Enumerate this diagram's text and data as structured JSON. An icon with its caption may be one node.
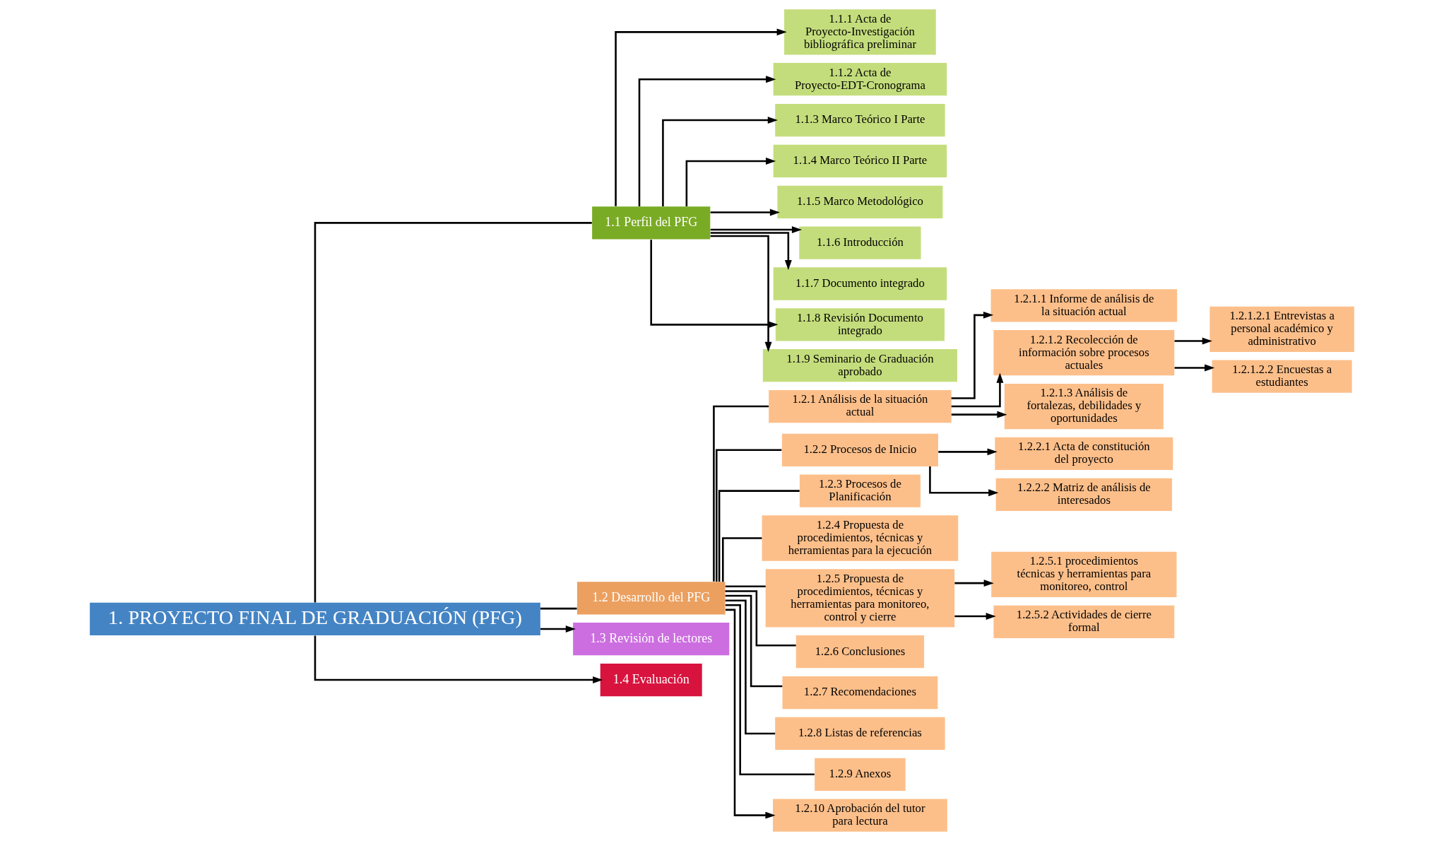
{
  "diagram": {
    "nodes": [
      {
        "text": [
          "1. PROYECTO FINAL DE GRADUACIÓN (PFG)"
        ]
      },
      {
        "text": [
          "1.1 Perfil del PFG"
        ]
      },
      {
        "text": [
          "1.2 Desarrollo del PFG"
        ]
      },
      {
        "text": [
          "1.3 Revisión de lectores"
        ]
      },
      {
        "text": [
          "1.4 Evaluación"
        ]
      },
      {
        "text": [
          "1.1.1 Acta de Proyecto-Investigación bibliográfica preliminar"
        ]
      },
      {
        "text": [
          "1.1.2 Acta de Proyecto-EDT-Cronograma"
        ]
      },
      {
        "text": [
          "1.1.3 Marco Teórico I Parte"
        ]
      },
      {
        "text": [
          "1.1.4 Marco Teórico II Parte"
        ]
      },
      {
        "text": [
          "1.1.5 Marco Metodológico"
        ]
      },
      {
        "text": [
          "1.1.6 Introducción"
        ]
      },
      {
        "text": [
          "1.1.7 Documento integrado"
        ]
      },
      {
        "text": [
          "1.1.8 Revisión Documento integrado"
        ]
      },
      {
        "text": [
          "1.1.9 Seminario de Graduación aprobado"
        ]
      },
      {
        "text": [
          "1.2.1 Análisis de la situación actual"
        ]
      },
      {
        "text": [
          "1.2.2 Procesos de Inicio"
        ]
      },
      {
        "text": [
          "1.2.3 Procesos de Planificación"
        ]
      },
      {
        "text": [
          "1.2.4 Propuesta de procedimientos, técnicas y herramientas para la ejecución"
        ]
      },
      {
        "text": [
          "1.2.5 Propuesta de procedimientos, técnicas y herramientas para monitoreo, control y cierre"
        ]
      },
      {
        "text": [
          "1.2.6 Conclusiones"
        ]
      },
      {
        "text": [
          "1.2.7 Recomendaciones"
        ]
      },
      {
        "text": [
          "1.2.8 Listas de referencias"
        ]
      },
      {
        "text": [
          "1.2.9 Anexos"
        ]
      },
      {
        "text": [
          "1.2.10 Aprobación del tutor para lectura"
        ]
      },
      {
        "text": [
          "1.2.1.1 Informe de análisis de la situación actual"
        ]
      },
      {
        "text": [
          "1.2.1.2 Recolección de información sobre procesos actuales"
        ]
      },
      {
        "text": [
          "1.2.1.3 Análisis de fortalezas, debilidades y oportunidades"
        ]
      },
      {
        "text": [
          "1.2.1.2.1 Entrevistas a personal académico y administrativo"
        ]
      },
      {
        "text": [
          "1.2.1.2.2 Encuestas a estudiantes"
        ]
      },
      {
        "text": [
          "1.2.2.1 Acta de constitución del proyecto"
        ]
      },
      {
        "text": [
          "1.2.2.2 Matriz de análisis de interesados"
        ]
      },
      {
        "text": [
          "1.2.5.1 procedimientos técnicas y herramientas para monitoreo, control"
        ]
      },
      {
        "text": [
          "1.2.5.2 Actividades de cierre formal"
        ]
      }
    ],
    "edges": [
      {
        "from": 0,
        "to": 1,
        "arrow": "none"
      },
      {
        "from": 0,
        "to": 2,
        "arrow": "none"
      },
      {
        "from": 0,
        "to": 3,
        "arrow": "to"
      },
      {
        "from": 0,
        "to": 4,
        "arrow": "to"
      },
      {
        "from": 1,
        "to": 5,
        "arrow": "to"
      },
      {
        "from": 1,
        "to": 6,
        "arrow": "to"
      },
      {
        "from": 1,
        "to": 7,
        "arrow": "to"
      },
      {
        "from": 1,
        "to": 8,
        "arrow": "to"
      },
      {
        "from": 1,
        "to": 9,
        "arrow": "to"
      },
      {
        "from": 1,
        "to": 10,
        "arrow": "to"
      },
      {
        "from": 1,
        "to": 11,
        "arrow": "to"
      },
      {
        "from": 1,
        "to": 12,
        "arrow": "to"
      },
      {
        "from": 1,
        "to": 13,
        "arrow": "to"
      },
      {
        "from": 2,
        "to": 14,
        "arrow": "none"
      },
      {
        "from": 2,
        "to": 15,
        "arrow": "none"
      },
      {
        "from": 2,
        "to": 16,
        "arrow": "none"
      },
      {
        "from": 2,
        "to": 17,
        "arrow": "none"
      },
      {
        "from": 2,
        "to": 18,
        "arrow": "none"
      },
      {
        "from": 2,
        "to": 19,
        "arrow": "none"
      },
      {
        "from": 2,
        "to": 20,
        "arrow": "none"
      },
      {
        "from": 2,
        "to": 21,
        "arrow": "none"
      },
      {
        "from": 2,
        "to": 22,
        "arrow": "none"
      },
      {
        "from": 2,
        "to": 23,
        "arrow": "to"
      },
      {
        "from": 14,
        "to": 24,
        "arrow": "to"
      },
      {
        "from": 14,
        "to": 25,
        "arrow": "to"
      },
      {
        "from": 14,
        "to": 26,
        "arrow": "to"
      },
      {
        "from": 25,
        "to": 27,
        "arrow": "to"
      },
      {
        "from": 25,
        "to": 28,
        "arrow": "to"
      },
      {
        "from": 15,
        "to": 29,
        "arrow": "to"
      },
      {
        "from": 15,
        "to": 30,
        "arrow": "to"
      },
      {
        "from": 18,
        "to": 31,
        "arrow": "to"
      },
      {
        "from": 18,
        "to": 32,
        "arrow": "to"
      }
    ]
  }
}
